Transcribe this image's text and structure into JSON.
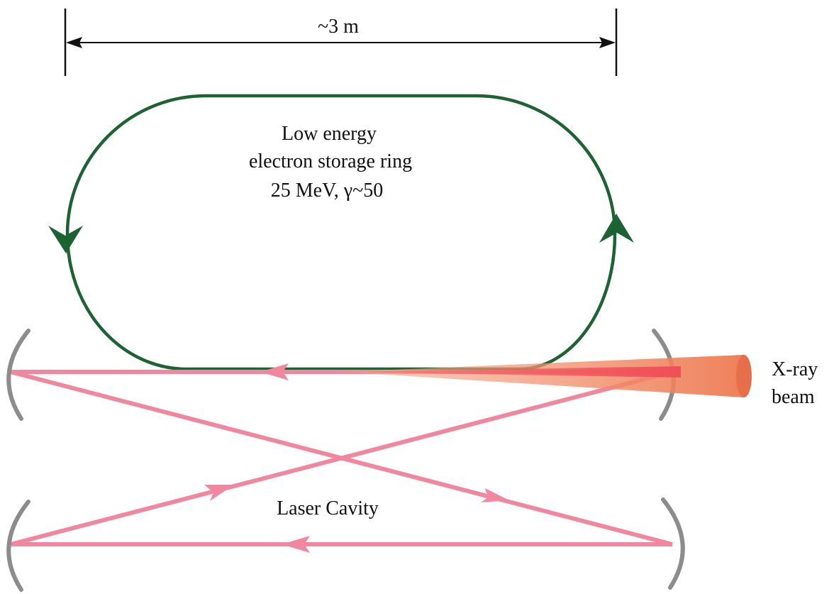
{
  "dimension": {
    "label": "~3 m"
  },
  "ring": {
    "lines": [
      "Low energy",
      "electron storage ring",
      "25 MeV, γ~50"
    ]
  },
  "cavity": {
    "label": "Laser Cavity"
  },
  "xray": {
    "lines": [
      "X-ray",
      "beam"
    ]
  },
  "colors": {
    "ring": "#1d6232",
    "laser": "#f1879f",
    "mirror": "#8c8c8e",
    "xray_beam": "#ef7f57",
    "xray_core": "#f04c58",
    "text": "#111111"
  }
}
